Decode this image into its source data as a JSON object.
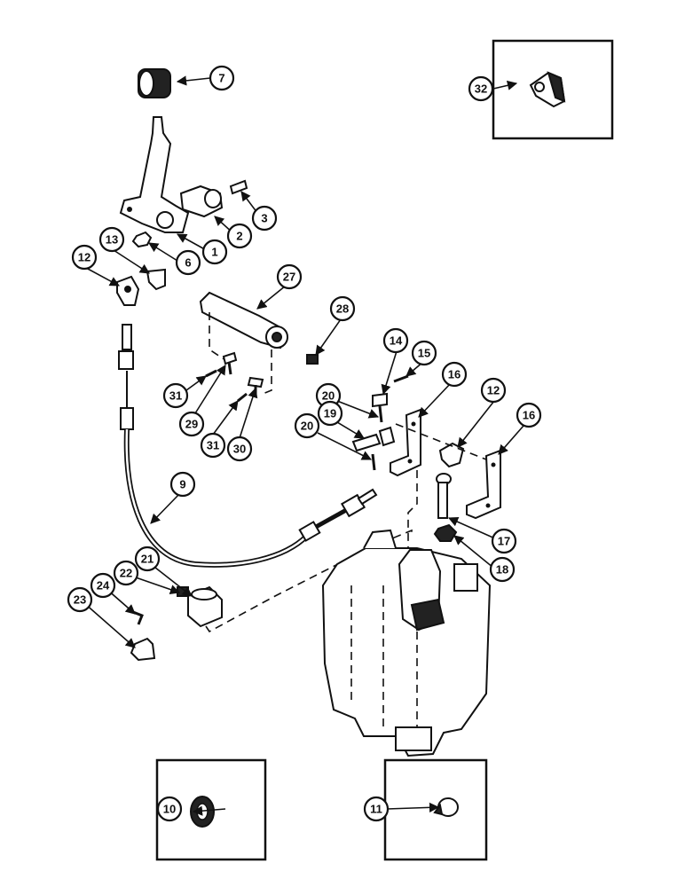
{
  "callouts": {
    "c1": "1",
    "c2": "2",
    "c3": "3",
    "c6": "6",
    "c7": "7",
    "c9": "9",
    "c10": "10",
    "c11": "11",
    "c12a": "12",
    "c12b": "12",
    "c13": "13",
    "c14": "14",
    "c15": "15",
    "c16a": "16",
    "c16b": "16",
    "c17": "17",
    "c18": "18",
    "c19": "19",
    "c20a": "20",
    "c20b": "20",
    "c21": "21",
    "c22": "22",
    "c23": "23",
    "c24": "24",
    "c27": "27",
    "c28": "28",
    "c29": "29",
    "c30": "30",
    "c31a": "31",
    "c31b": "31",
    "c32": "32"
  }
}
